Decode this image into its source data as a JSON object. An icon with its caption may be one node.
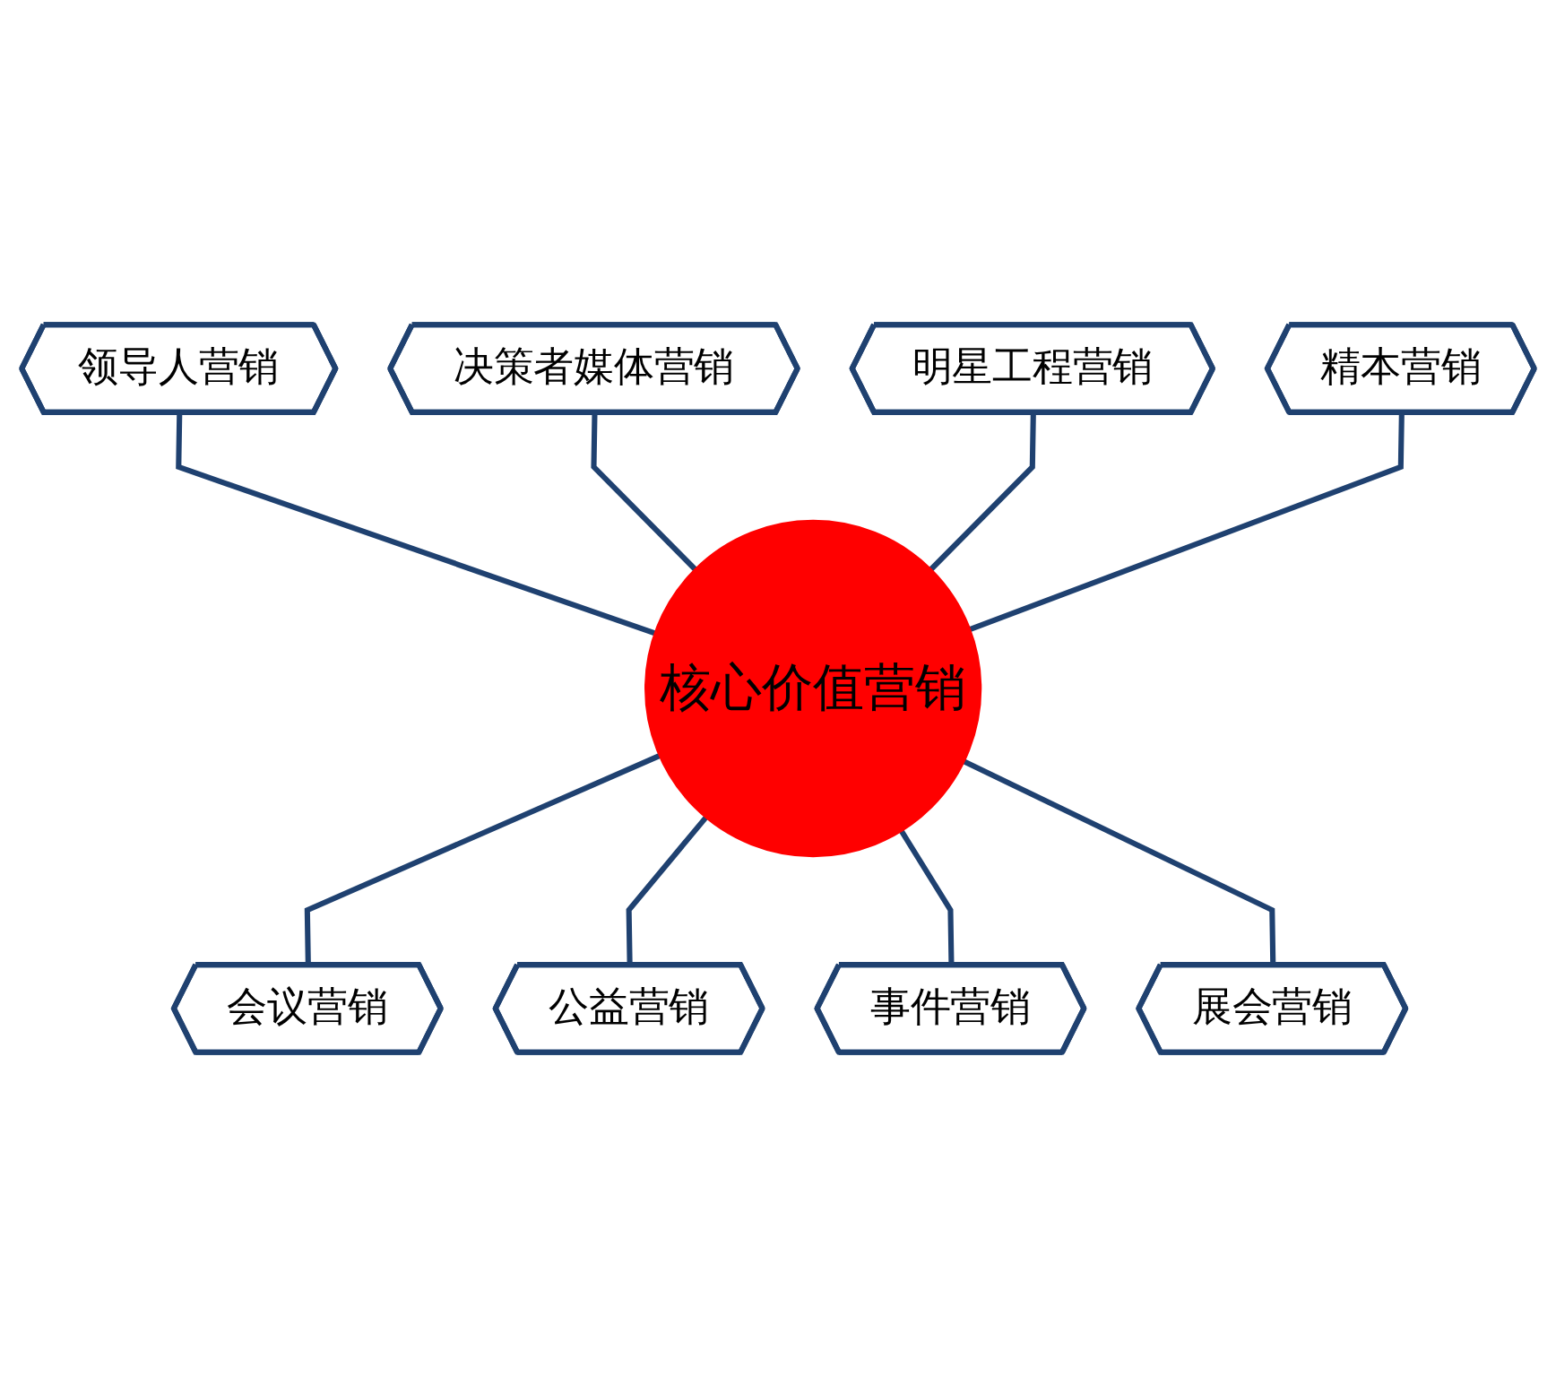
{
  "diagram": {
    "nodes": [
      {
        "text": [
          "核心价值营销"
        ]
      },
      {
        "text": [
          "领导人营销"
        ]
      },
      {
        "text": [
          "决策者媒体营销"
        ]
      },
      {
        "text": [
          "明星工程营销"
        ]
      },
      {
        "text": [
          "精本营销"
        ]
      },
      {
        "text": [
          "会议营销"
        ]
      },
      {
        "text": [
          "公益营销"
        ]
      },
      {
        "text": [
          "事件营销"
        ]
      },
      {
        "text": [
          "展会营销"
        ]
      }
    ],
    "edges": [
      {
        "from": 1,
        "to": 0,
        "arrow": "none"
      },
      {
        "from": 2,
        "to": 0,
        "arrow": "none"
      },
      {
        "from": 3,
        "to": 0,
        "arrow": "none"
      },
      {
        "from": 4,
        "to": 0,
        "arrow": "none"
      },
      {
        "from": 0,
        "to": 5,
        "arrow": "none"
      },
      {
        "from": 0,
        "to": 6,
        "arrow": "none"
      },
      {
        "from": 0,
        "to": 7,
        "arrow": "none"
      },
      {
        "from": 0,
        "to": 8,
        "arrow": "none"
      }
    ]
  }
}
